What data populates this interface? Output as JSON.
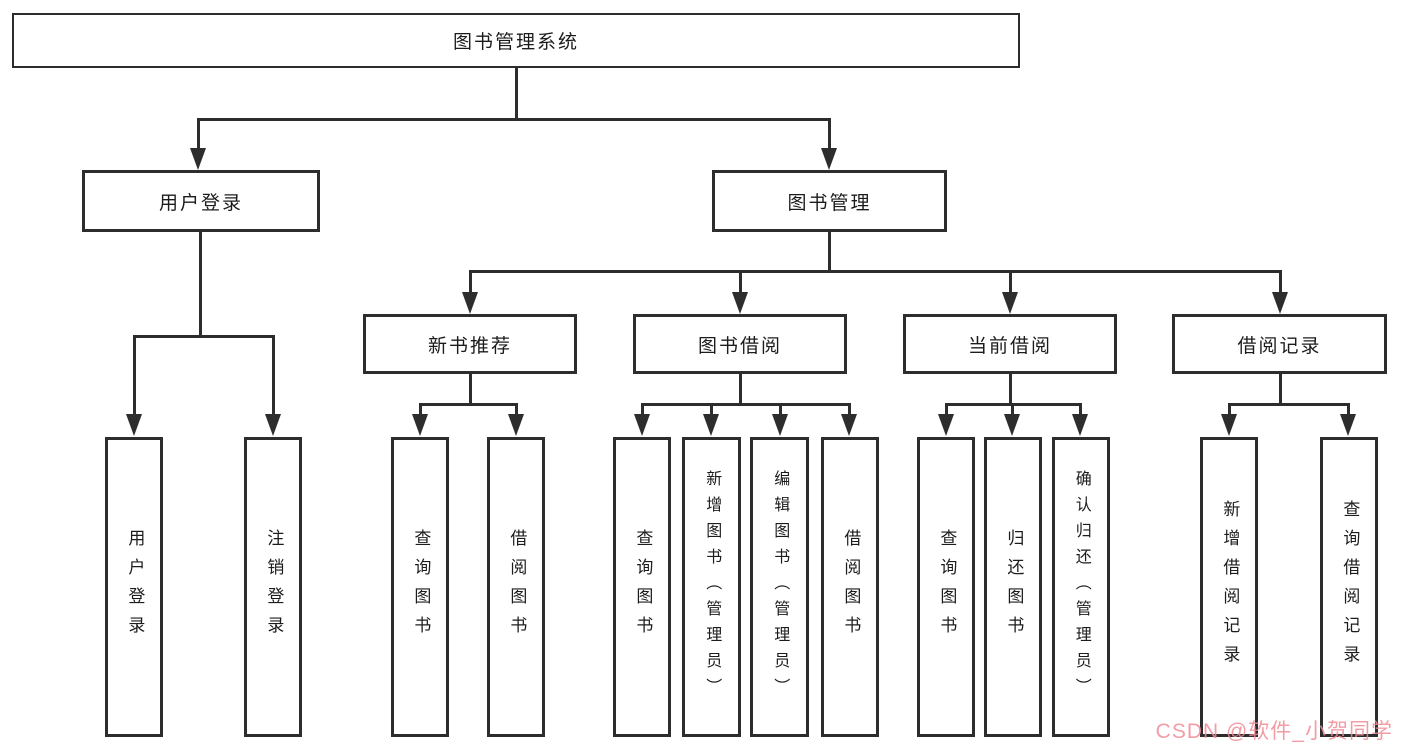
{
  "diagram": {
    "type": "hierarchy-tree",
    "root": {
      "label": "图书管理系统"
    },
    "level2": [
      {
        "label": "用户登录",
        "parent": "图书管理系统"
      },
      {
        "label": "图书管理",
        "parent": "图书管理系统"
      }
    ],
    "level3": [
      {
        "label": "新书推荐",
        "parent": "图书管理"
      },
      {
        "label": "图书借阅",
        "parent": "图书管理"
      },
      {
        "label": "当前借阅",
        "parent": "图书管理"
      },
      {
        "label": "借阅记录",
        "parent": "图书管理"
      }
    ],
    "leaves": [
      {
        "label": "用户登录",
        "parent": "用户登录"
      },
      {
        "label": "注销登录",
        "parent": "用户登录"
      },
      {
        "label": "查询图书",
        "parent": "新书推荐"
      },
      {
        "label": "借阅图书",
        "parent": "新书推荐"
      },
      {
        "label": "查询图书",
        "parent": "图书借阅"
      },
      {
        "label": "新增图书（管理员）",
        "parent": "图书借阅"
      },
      {
        "label": "编辑图书（管理员）",
        "parent": "图书借阅"
      },
      {
        "label": "借阅图书",
        "parent": "图书借阅"
      },
      {
        "label": "查询图书",
        "parent": "当前借阅"
      },
      {
        "label": "归还图书",
        "parent": "当前借阅"
      },
      {
        "label": "确认归还（管理员）",
        "parent": "当前借阅"
      },
      {
        "label": "新增借阅记录",
        "parent": "借阅记录"
      },
      {
        "label": "查询借阅记录",
        "parent": "借阅记录"
      }
    ]
  },
  "watermark": {
    "text": "CSDN @软件_小贺同学",
    "color": "#f08c96"
  },
  "colors": {
    "background": "#ffffff",
    "line": "#2d2d2d",
    "border": "#2d2d2d",
    "text": "#1c1c1c",
    "watermark": "#f08c96"
  }
}
